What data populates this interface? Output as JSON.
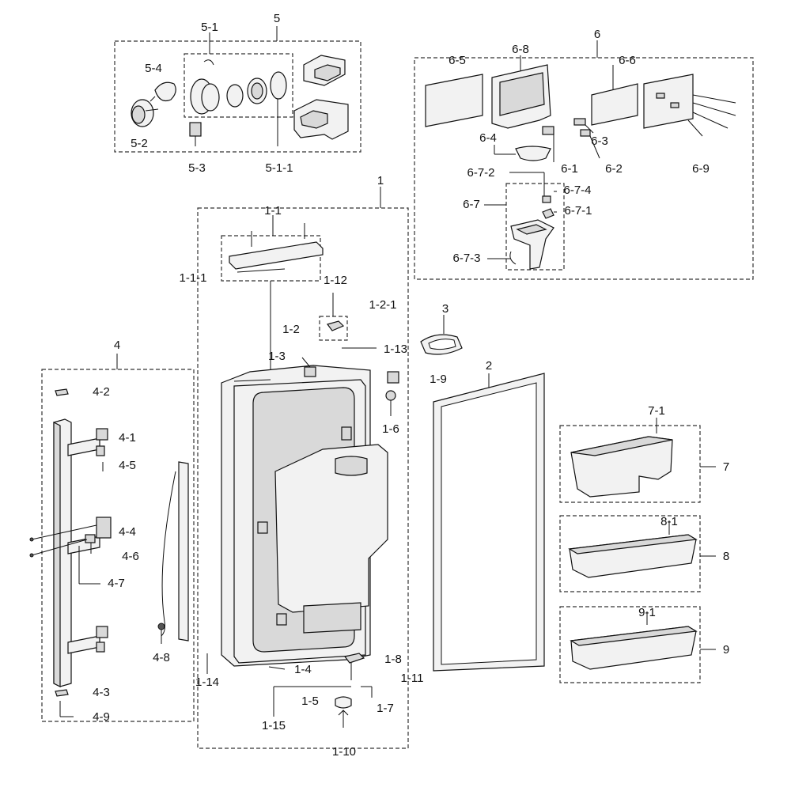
{
  "labels": {
    "p5": "5",
    "p5_1": "5-1",
    "p5_4": "5-4",
    "p5_2": "5-2",
    "p5_3": "5-3",
    "p5_1_1": "5-1-1",
    "p6": "6",
    "p6_5": "6-5",
    "p6_8": "6-8",
    "p6_6": "6-6",
    "p6_3": "6-3",
    "p6_4": "6-4",
    "p6_1": "6-1",
    "p6_2": "6-2",
    "p6_9": "6-9",
    "p6_7_2": "6-7-2",
    "p6_7_4": "6-7-4",
    "p6_7": "6-7",
    "p6_7_1": "6-7-1",
    "p6_7_3": "6-7-3",
    "p1": "1",
    "p1_1": "1-1",
    "p1_1_1": "1-1-1",
    "p1_12": "1-12",
    "p1_2_1": "1-2-1",
    "p1_2": "1-2",
    "p1_3": "1-3",
    "p1_13": "1-13",
    "p1_9": "1-9",
    "p1_6": "1-6",
    "p1_4": "1-4",
    "p1_8": "1-8",
    "p1_11": "1-11",
    "p1_5": "1-5",
    "p1_7": "1-7",
    "p1_14": "1-14",
    "p1_15": "1-15",
    "p1_10": "1-10",
    "p2": "2",
    "p3": "3",
    "p4": "4",
    "p4_2": "4-2",
    "p4_1": "4-1",
    "p4_5": "4-5",
    "p4_4": "4-4",
    "p4_6": "4-6",
    "p4_7": "4-7",
    "p4_8": "4-8",
    "p4_3": "4-3",
    "p4_9": "4-9",
    "p7": "7",
    "p7_1": "7-1",
    "p8": "8",
    "p8_1": "8-1",
    "p9": "9",
    "p9_1": "9-1"
  }
}
